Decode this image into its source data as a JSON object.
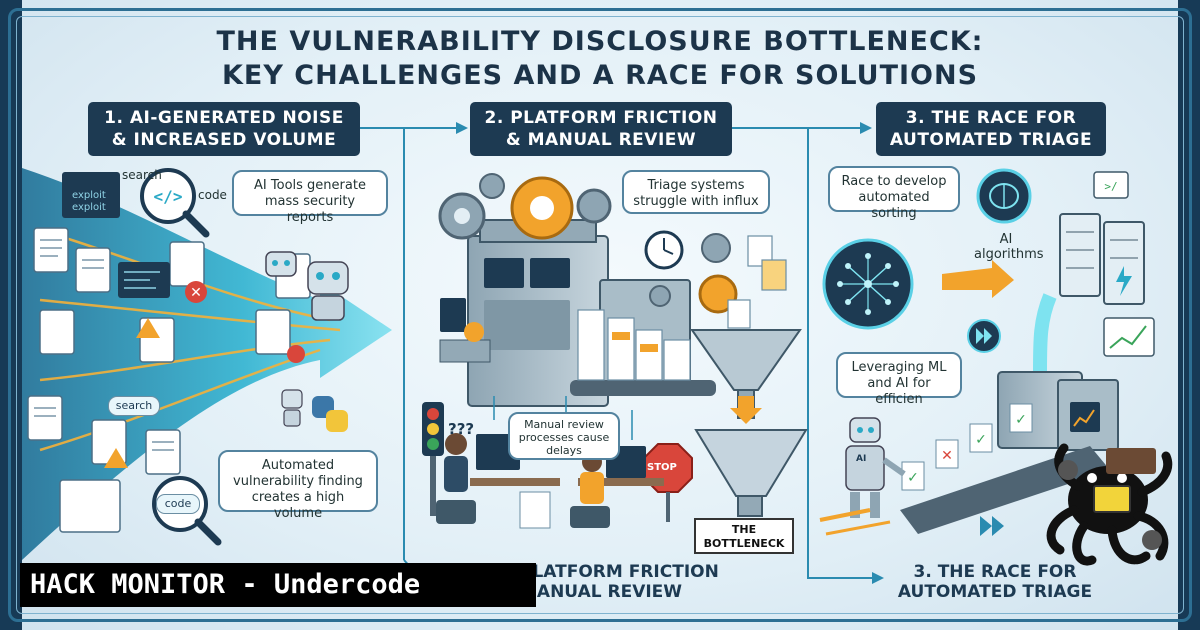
{
  "title": {
    "line1": "THE VULNERABILITY DISCLOSURE BOTTLENECK:",
    "line2": "KEY CHALLENGES AND A RACE FOR SOLUTIONS"
  },
  "sections": [
    {
      "header_line1": "1. AI-GENERATED NOISE",
      "header_line2": "& INCREASED VOLUME",
      "bubble_top": "AI Tools generate mass security reports",
      "bubble_bottom": "Automated vulnerability finding creates a high volume",
      "labels": {
        "search_top": "search",
        "code_top": "code",
        "exploit_a": "exploit",
        "exploit_b": "exploit",
        "search_badge": "search",
        "code_badge": "code"
      }
    },
    {
      "header_line1": "2. PLATFORM FRICTION",
      "header_line2": "& MANUAL REVIEW",
      "bubble_top": "Triage systems struggle with influx",
      "bubble_mid": "Manual review processes cause delays",
      "stop_sign": "STOP",
      "question": "???",
      "bottleneck_line1": "THE",
      "bottleneck_line2": "BOTTLENECK",
      "footer_line1": "PLATFORM FRICTION",
      "footer_line2": "MANUAL REVIEW"
    },
    {
      "header_line1": "3. THE RACE FOR",
      "header_line2": "AUTOMATED TRIAGE",
      "bubble_top": "Race to develop automated sorting",
      "ai_label_line1": "AI",
      "ai_label_line2": "algorithms",
      "bubble_mid": "Leveraging ML and AI for efficien",
      "footer_line1": "3. THE RACE FOR",
      "footer_line2": "AUTOMATED TRIAGE",
      "robot_badge": "AI"
    }
  ],
  "watermark": {
    "text": "HACK MONITOR - Undercode"
  },
  "colors": {
    "navy": "#1d3a52",
    "teal": "#2aa9c6",
    "orange": "#f2a32c",
    "red": "#d9463b",
    "green": "#3aa45a"
  }
}
